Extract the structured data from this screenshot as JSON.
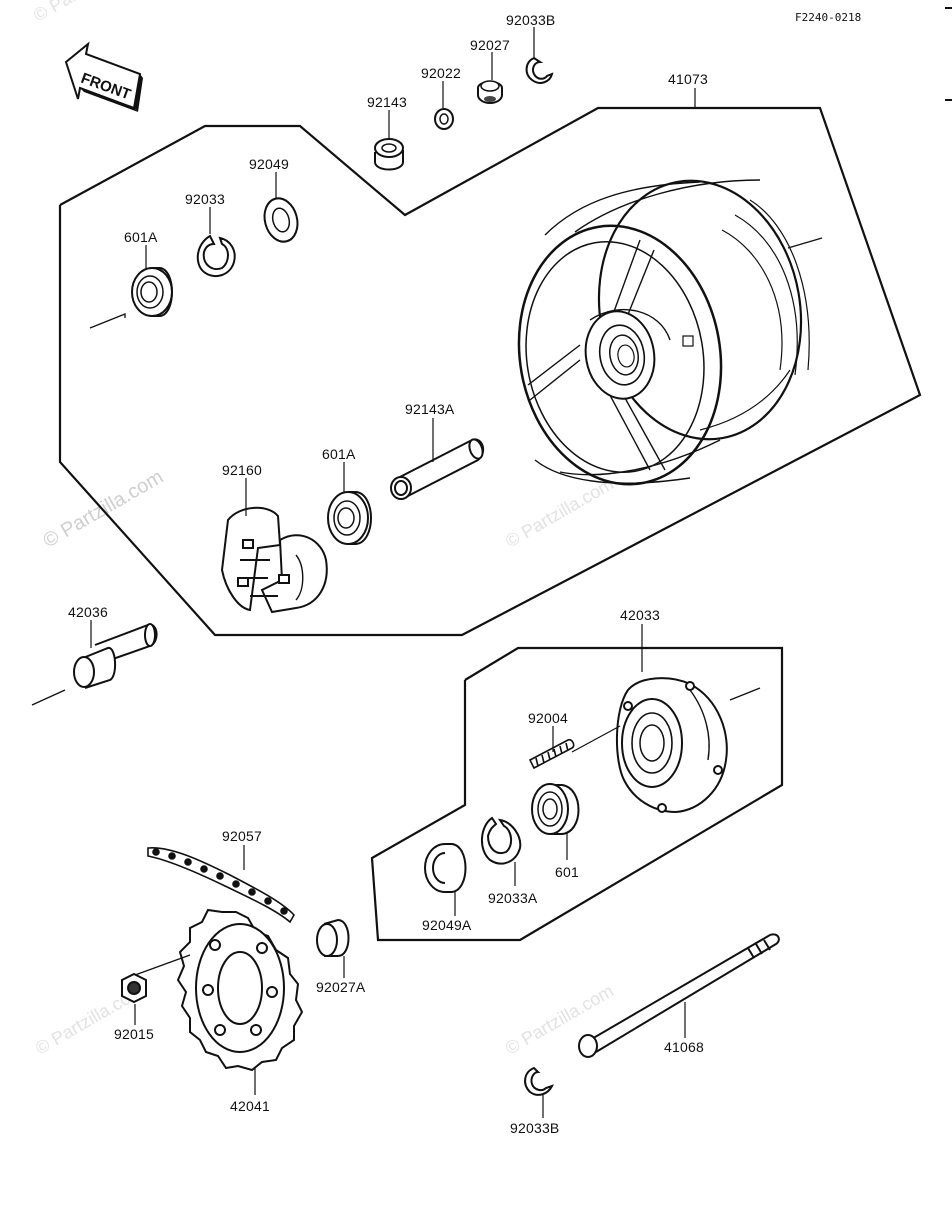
{
  "diagram_code": "F2240-0218",
  "direction_label": "FRONT",
  "watermark": "© Partzilla.com",
  "labels": {
    "p41073": "41073",
    "p92033B_top": "92033B",
    "p92027": "92027",
    "p92022": "92022",
    "p92143": "92143",
    "p92049": "92049",
    "p92033": "92033",
    "p601A_top": "601A",
    "p92143A": "92143A",
    "p92160": "92160",
    "p601A_mid": "601A",
    "p42036": "42036",
    "p42033": "42033",
    "p92004": "92004",
    "p601": "601",
    "p92033A": "92033A",
    "p92049A": "92049A",
    "p92057": "92057",
    "p92027A": "92027A",
    "p92015": "92015",
    "p42041": "42041",
    "p41068": "41068",
    "p92033B_bot": "92033B"
  }
}
